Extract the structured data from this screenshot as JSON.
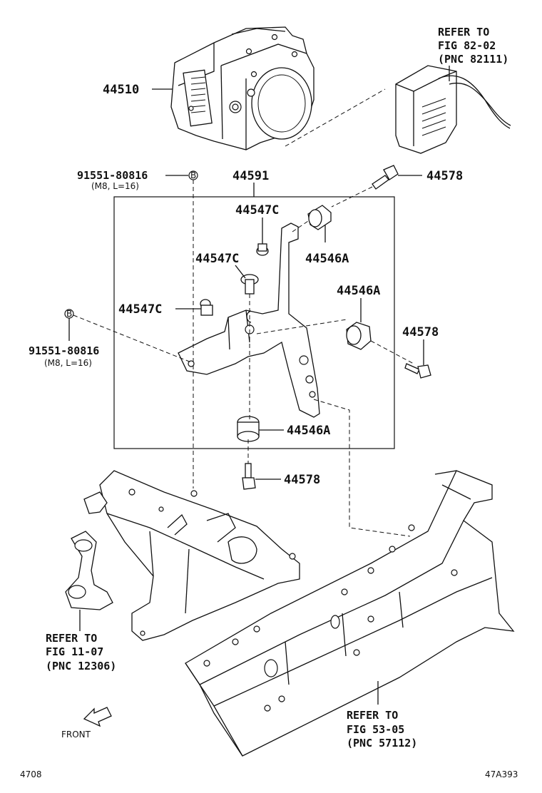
{
  "parts": {
    "actuator": "44510",
    "bracket": "44591",
    "grommet_c_top": "44547C",
    "grommet_c_mid": "44547C",
    "grommet_c_left": "44547C",
    "cushion_top": "44546A",
    "cushion_right": "44546A",
    "cushion_bottom": "44546A",
    "bolt_top": "44578",
    "bolt_right": "44578",
    "bolt_bottom": "44578",
    "bolt_b_top": "91551-80816",
    "bolt_b_top_spec": "(M8, L=16)",
    "bolt_b_left": "91551-80816",
    "bolt_b_left_spec": "(M8, L=16)",
    "bolt_b_marker": "B"
  },
  "references": {
    "ref_82": [
      "REFER TO",
      "FIG 82-02",
      "(PNC 82111)"
    ],
    "ref_11": [
      "REFER TO",
      "FIG 11-07",
      "(PNC 12306)"
    ],
    "ref_53": [
      "REFER TO",
      "FIG 53-05",
      "(PNC 57112)"
    ]
  },
  "footer": {
    "front_label": "FRONT",
    "page_code": "4708",
    "illustration_id": "47A393"
  }
}
